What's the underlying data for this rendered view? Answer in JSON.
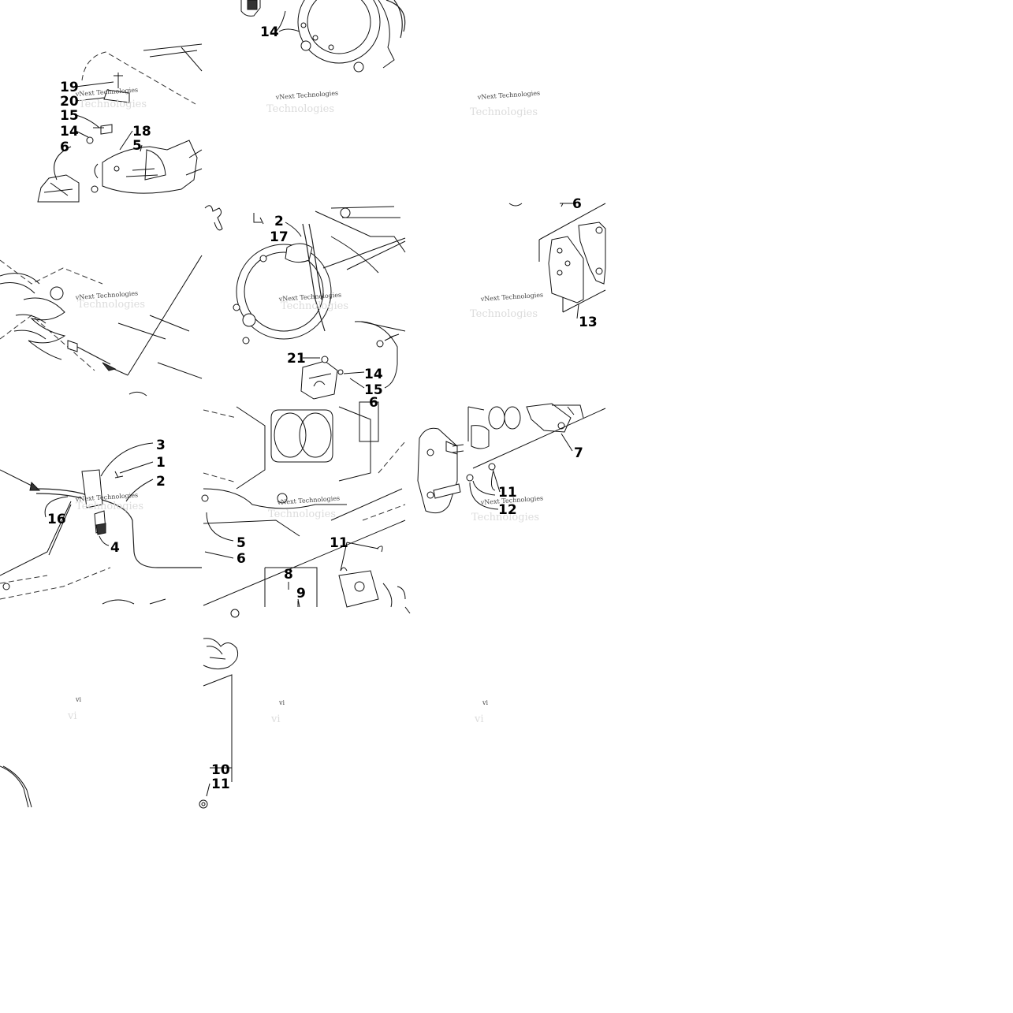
{
  "watermark": {
    "text": "vNext Technologies",
    "ghost_text": "Technologies",
    "faded_fragment": "vi"
  },
  "callouts": {
    "t0_14": "14",
    "t1_19": "19",
    "t1_20": "20",
    "t1_15": "15",
    "t1_14": "14",
    "t1_18": "18",
    "t1_6": "6",
    "t1_5": "5",
    "t2_2": "2",
    "t2_17": "17",
    "t2_21": "21",
    "t2_14": "14",
    "t2_15": "15",
    "t2_6": "6",
    "t3_6": "6",
    "t3_13": "13",
    "t4_3": "3",
    "t4_1": "1",
    "t4_2": "2",
    "t4_16": "16",
    "t4_4": "4",
    "t5_5": "5",
    "t5_6": "6",
    "t5_11": "11",
    "t5_8": "8",
    "t5_9": "9",
    "t6_7": "7",
    "t6_11": "11",
    "t6_12": "12",
    "t7_10": "10",
    "t7_11": "11"
  }
}
